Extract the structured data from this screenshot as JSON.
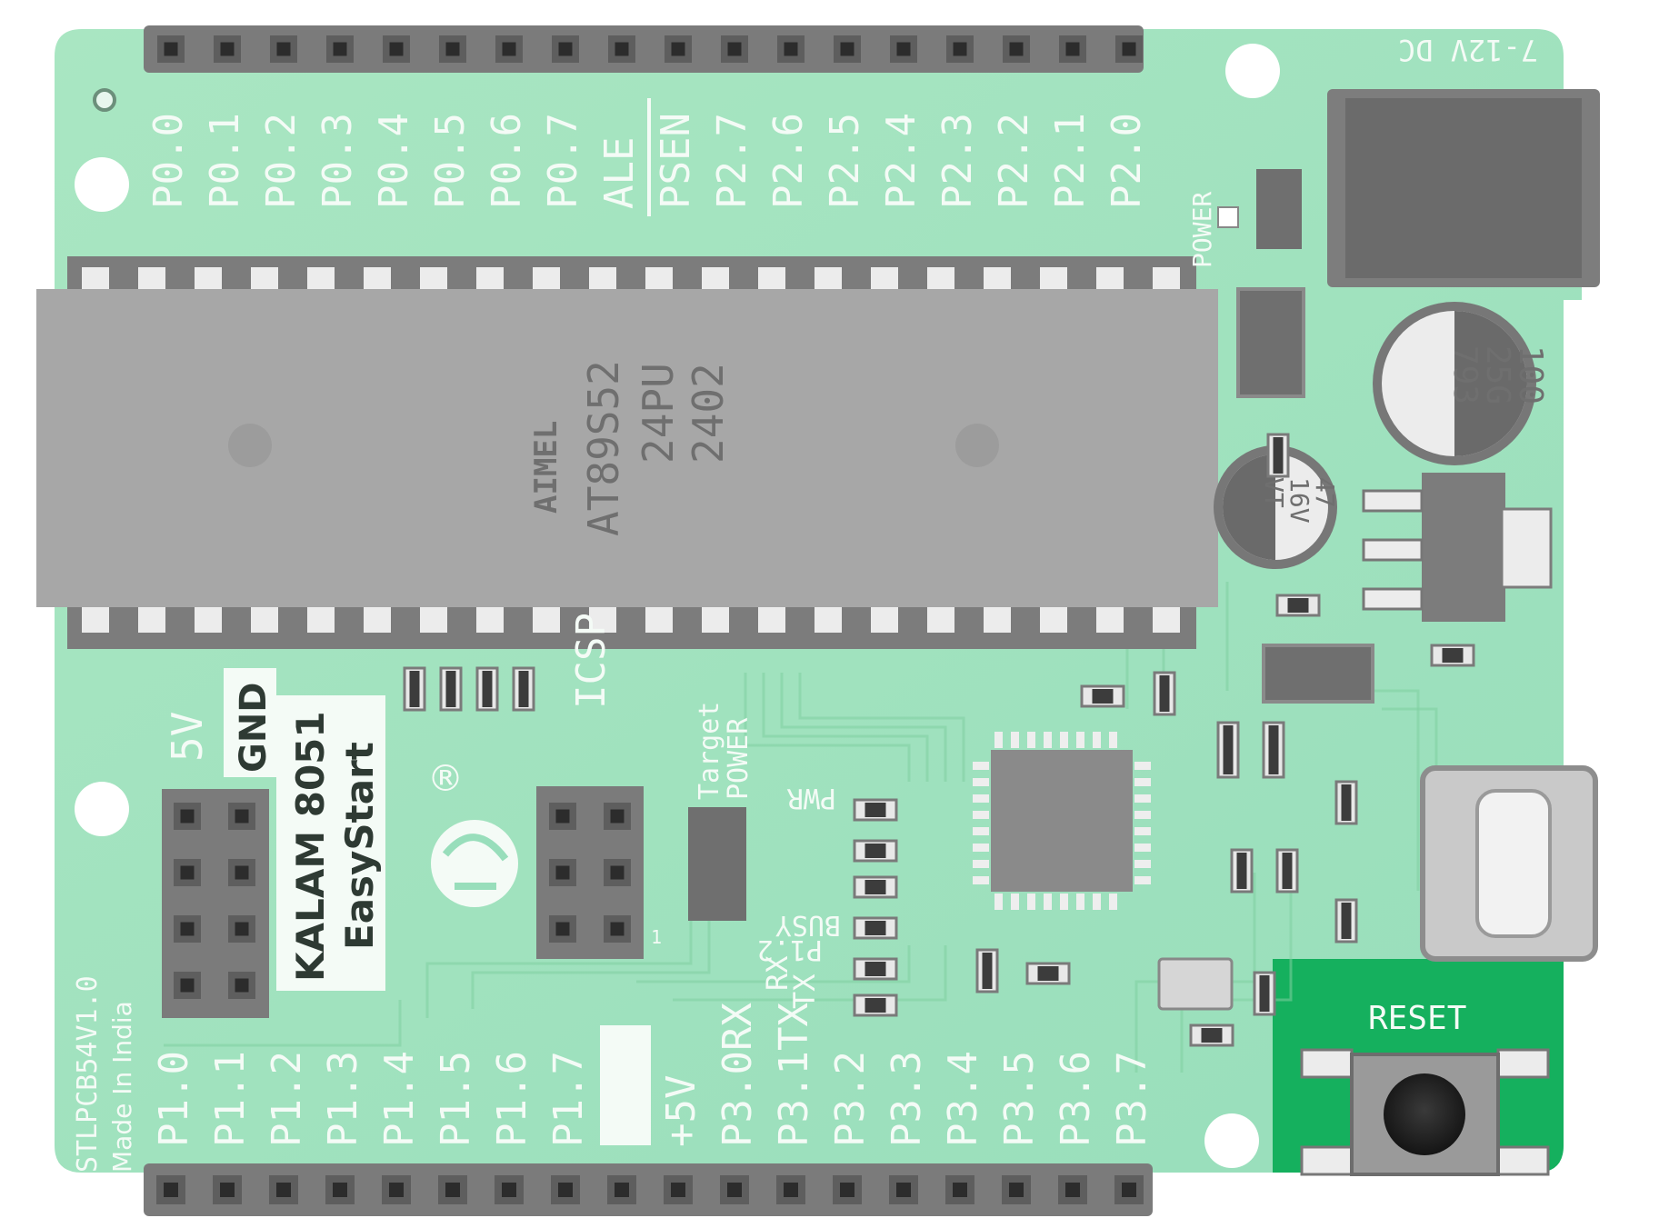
{
  "board": {
    "power_jack_label": "7-12V DC",
    "power_led_label": "POWER",
    "port0_labels": [
      "P0.0",
      "P0.1",
      "P0.2",
      "P0.3",
      "P0.4",
      "P0.5",
      "P0.6",
      "P0.7",
      "ALE",
      "PSEN",
      "P2.7",
      "P2.6",
      "P2.5",
      "P2.4",
      "P2.3",
      "P2.2",
      "P2.1",
      "P2.0"
    ],
    "port1_labels": [
      "P1.0",
      "P1.1",
      "P1.2",
      "P1.3",
      "P1.4",
      "P1.5",
      "P1.6",
      "P1.7",
      "GND",
      "+5V",
      "P3.0RX",
      "P3.1TX",
      "P3.2",
      "P3.3",
      "P3.4",
      "P3.5",
      "P3.6",
      "P3.7"
    ],
    "chip": {
      "brand": "AIMEL",
      "part": "AT89S52",
      "package": "24PU",
      "date_code": "2402"
    },
    "cap_large": [
      "100",
      "25G",
      "793"
    ],
    "cap_small": [
      "47",
      "16V",
      "VT"
    ],
    "header_5v": "5V",
    "header_gnd": "GND",
    "product_line1": "KALAM 8051",
    "product_line2": "EasyStart",
    "registered_mark": "®",
    "icsp_label": "ICSP",
    "icsp_pin1": "1",
    "target_power_line1": "Target",
    "target_power_line2": "POWER",
    "pwr_led_label": "PWR",
    "busy_led_label": "BUSY",
    "p12_label": "P1.2",
    "rx_label": "RX",
    "tx_label": "TX",
    "board_id": "STLPCB54V1.0",
    "made_in": "Made In India",
    "reset_label": "RESET"
  }
}
